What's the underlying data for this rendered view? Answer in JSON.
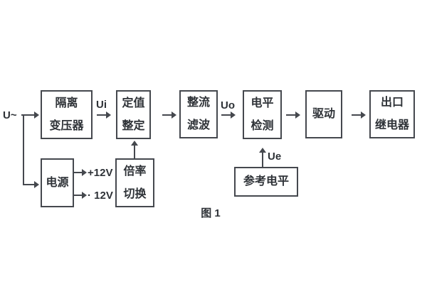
{
  "figure_caption": "图 1",
  "signals": {
    "input": "U~",
    "ui": "Ui",
    "uo": "Uo",
    "ue": "Ue",
    "plus_12v": "+12V",
    "minus_12v": "· 12V"
  },
  "blocks": {
    "isolation_transformer": {
      "lines": [
        "隔离",
        "变压器"
      ]
    },
    "setting": {
      "lines": [
        "定值",
        "整定"
      ]
    },
    "rectifier_filter": {
      "lines": [
        "整流",
        "滤波"
      ]
    },
    "level_detection": {
      "lines": [
        "电平",
        "检测"
      ]
    },
    "drive": {
      "label": "驱动"
    },
    "output_relay": {
      "lines": [
        "出口",
        "继电器"
      ]
    },
    "power_supply": {
      "label": "电源"
    },
    "ratio_switch": {
      "lines": [
        "倍率",
        "切换"
      ]
    },
    "reference_level": {
      "label": "参考电平"
    }
  },
  "colors": {
    "line": "#45484e",
    "text": "#2e3237",
    "bg": "#ffffff"
  }
}
